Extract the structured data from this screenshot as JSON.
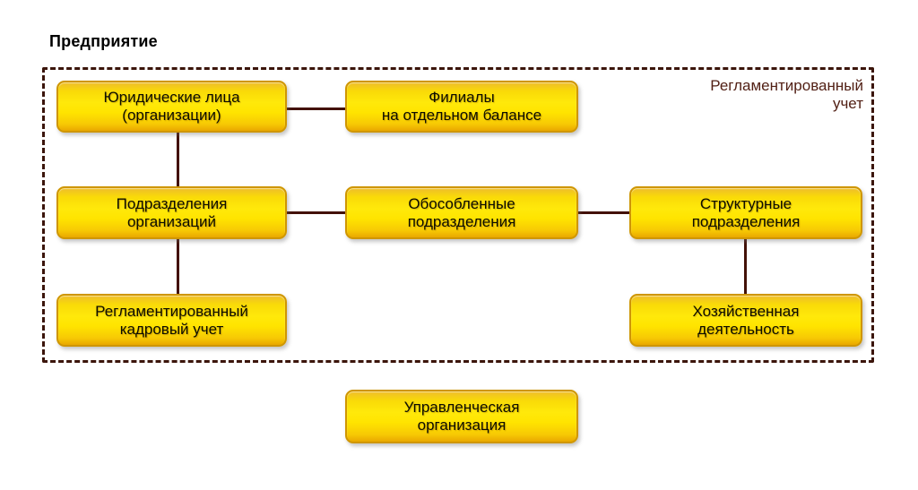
{
  "title": "Предприятие",
  "frame": {
    "label": "Регламентированный\nучет"
  },
  "nodes": [
    {
      "id": "legal-entities",
      "label": "Юридические лица\n(организации)"
    },
    {
      "id": "branches-separate-balance",
      "label": "Филиалы\nна отдельном балансе"
    },
    {
      "id": "org-departments",
      "label": "Подразделения\nорганизаций"
    },
    {
      "id": "separate-subdivisions",
      "label": "Обособленные\nподразделения"
    },
    {
      "id": "structural-subdivisions",
      "label": "Структурные\nподразделения"
    },
    {
      "id": "regulated-hr-accounting",
      "label": "Регламентированный\nкадровый учет"
    },
    {
      "id": "business-activity",
      "label": "Хозяйственная\nдеятельность"
    },
    {
      "id": "management-organization",
      "label": "Управленческая\nорганизация"
    }
  ],
  "edges": [
    {
      "from": "legal-entities",
      "to": "branches-separate-balance"
    },
    {
      "from": "legal-entities",
      "to": "org-departments"
    },
    {
      "from": "org-departments",
      "to": "separate-subdivisions"
    },
    {
      "from": "separate-subdivisions",
      "to": "structural-subdivisions"
    },
    {
      "from": "org-departments",
      "to": "regulated-hr-accounting"
    },
    {
      "from": "structural-subdivisions",
      "to": "business-activity"
    }
  ],
  "colors": {
    "box_fill_top": "#eebd2b",
    "box_fill_mid": "#ffe400",
    "box_fill_bottom": "#e9a800",
    "box_border": "#cf9600",
    "frame_border": "#3b150b",
    "edge_line": "#431108",
    "frame_label_text": "#522015",
    "background": "#ffffff"
  }
}
